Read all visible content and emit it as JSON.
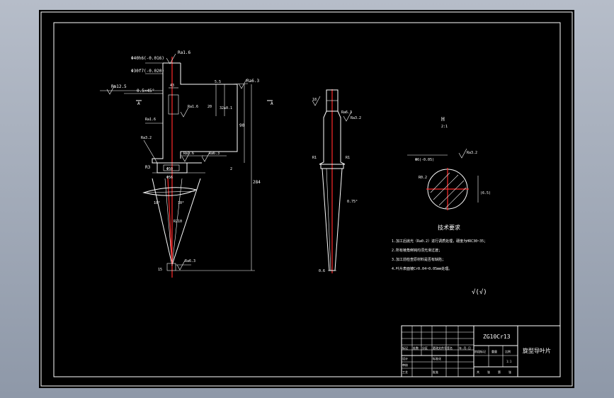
{
  "drawing": {
    "colors": {
      "background": "#000000",
      "lines": "#ffffff",
      "centerline": "#ff2a2a",
      "window": "#a9b1bf"
    },
    "front_view": {
      "top_dim": "Φ40h6(-0.016)",
      "fit_dim": "Φ30f7(-0.020)",
      "chamfer": "0.5×45°",
      "roughness_top": "Ra1.6",
      "roughness_left": "Ra12.5",
      "roughness_right": "Ra6.3",
      "roughness_slot": "Ra1.6",
      "roughness_mid1": "Ra1.6",
      "roughness_mid2": "Ra3.2",
      "roughness_v1": "Ra1.6",
      "roughness_v2": "Ra6.3",
      "roughness_bottom": "Ra6.3",
      "dim_55": "5.5",
      "dim_slot": "32±0.1",
      "dim_width": "20",
      "dim_43": "43",
      "dim_90": "90",
      "dim_284": "284",
      "dim_bot": "15",
      "dim_r": "R3",
      "dim_2": "2",
      "dim_phi50": "Φ50",
      "dim_phi56": "Φ56",
      "dim_r210": "R210",
      "angle_left": "10°",
      "angle_right": "10°",
      "section_a_left": "A",
      "section_a_right": "A"
    },
    "side_view": {
      "dim_top": "18",
      "roughness_1": "Ra6.3",
      "roughness_2": "Ra3.2",
      "dim_r1": "R1",
      "dim_r2": "R1",
      "taper": "0.75°",
      "tip": "0.6"
    },
    "section_view": {
      "title": "H",
      "scale": "2:1",
      "dim": "Φ6(-0.05)",
      "roughness": "Ra3.2",
      "radius": "R0.2",
      "side_dim": "(6.5)"
    },
    "tech_requirements": {
      "title": "技术要求",
      "items": [
        "1.加工后抛光（Ra0.2）进行调质处理，硬度为HRC30~35；",
        "2.所有棱角倒钝均须光滑过渡；",
        "3.加工前检查原材料是否有缺陷；",
        "4.叶片表面镀Cr0.04~0.05mm处理。"
      ],
      "surface_symbol": "√(√)"
    },
    "title_block": {
      "material": "ZG10Cr13",
      "part_name": "旋型导叶片",
      "header_labels": [
        "标记",
        "处数",
        "分区",
        "更改文件号",
        "签名",
        "年.月.日"
      ],
      "row_labels": [
        "设计",
        "审核",
        "工艺"
      ],
      "std_label": "标准化",
      "approve_label": "批准",
      "stage_labels": [
        "阶段标记",
        "重量",
        "比例"
      ],
      "scale_value": "1:1",
      "sheet_labels": [
        "共",
        "张",
        "第",
        "张"
      ]
    }
  }
}
